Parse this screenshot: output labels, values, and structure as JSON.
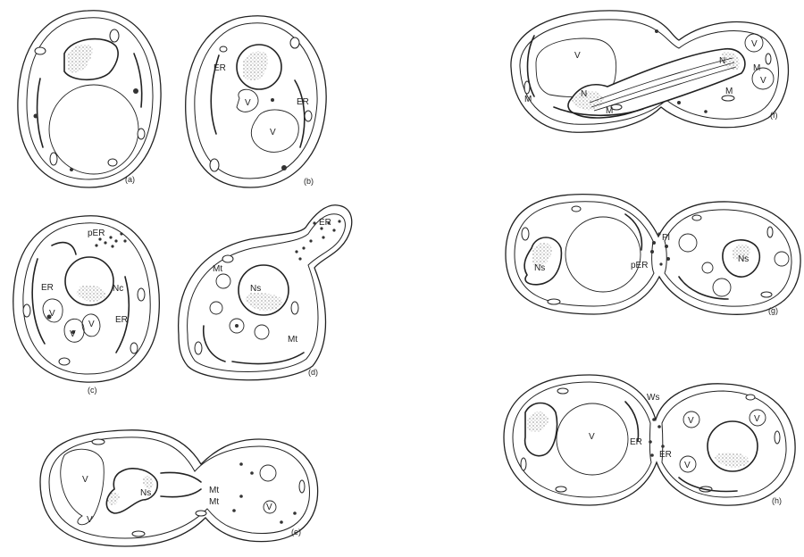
{
  "panels": [
    {
      "caption": "(a)",
      "labels": []
    },
    {
      "caption": "(b)",
      "labels": [
        "ER",
        "V",
        "ER",
        "V"
      ]
    },
    {
      "caption": "(c)",
      "labels": [
        "pER",
        "ER",
        "Nc",
        "V",
        "V",
        "V",
        "ER"
      ]
    },
    {
      "caption": "(d)",
      "labels": [
        "ER",
        "Mt",
        "Ns",
        "Mt"
      ]
    },
    {
      "caption": "(e)",
      "labels": [
        "V",
        "Ns",
        "Mt",
        "Mt",
        "V",
        "V"
      ]
    },
    {
      "caption": "(f)",
      "labels": [
        "V",
        "M",
        "M",
        "N",
        "N",
        "M",
        "V",
        "M",
        "V"
      ]
    },
    {
      "caption": "(g)",
      "labels": [
        "pER",
        "Pl",
        "Ns",
        "Ns"
      ]
    },
    {
      "caption": "(h)",
      "labels": [
        "Ws",
        "V",
        "ER",
        "ER",
        "V",
        "V",
        "V"
      ]
    }
  ]
}
